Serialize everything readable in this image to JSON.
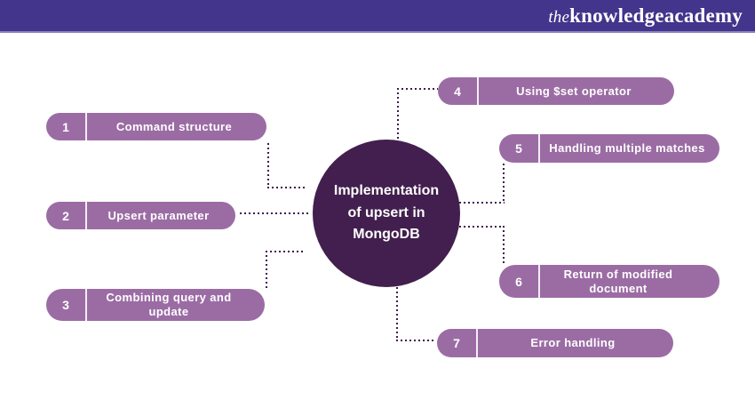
{
  "header": {
    "logo_the": "the",
    "logo_knowledge": "knowledge",
    "logo_academy": "academy"
  },
  "center": {
    "line1": "Implementation",
    "line2": "of upsert in",
    "line3": "MongoDB"
  },
  "items": [
    {
      "number": "1",
      "label": "Command structure"
    },
    {
      "number": "2",
      "label": "Upsert parameter"
    },
    {
      "number": "3",
      "label": "Combining query and update"
    },
    {
      "number": "4",
      "label": "Using $set operator"
    },
    {
      "number": "5",
      "label": "Handling multiple matches"
    },
    {
      "number": "6",
      "label": "Return of modified document"
    },
    {
      "number": "7",
      "label": "Error handling"
    }
  ],
  "colors": {
    "header_bg": "#43348c",
    "pill_bg": "#9b6ca4",
    "circle_bg": "#421f4e",
    "connector": "#3f1b4d",
    "text": "#ffffff"
  }
}
